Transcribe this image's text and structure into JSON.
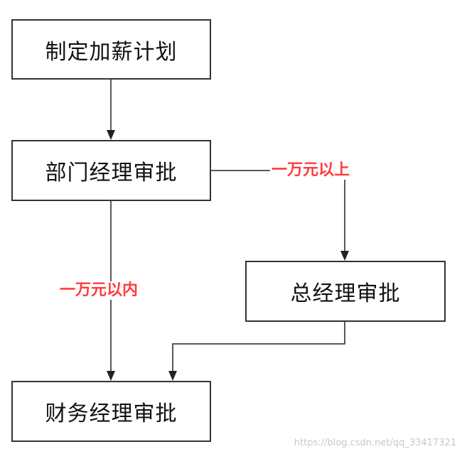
{
  "nodes": {
    "plan": "制定加薪计划",
    "dept_manager": "部门经理审批",
    "general_manager": "总经理审批",
    "finance_manager": "财务经理审批"
  },
  "edge_labels": {
    "above_10k": "一万元以上",
    "within_10k": "一万元以内"
  },
  "watermark": "https://blog.csdn.net/qq_33417321",
  "colors": {
    "box_border": "#333333",
    "arrow": "#222222",
    "edge_label": "#ff3b3b",
    "watermark": "#c8c8c8"
  }
}
